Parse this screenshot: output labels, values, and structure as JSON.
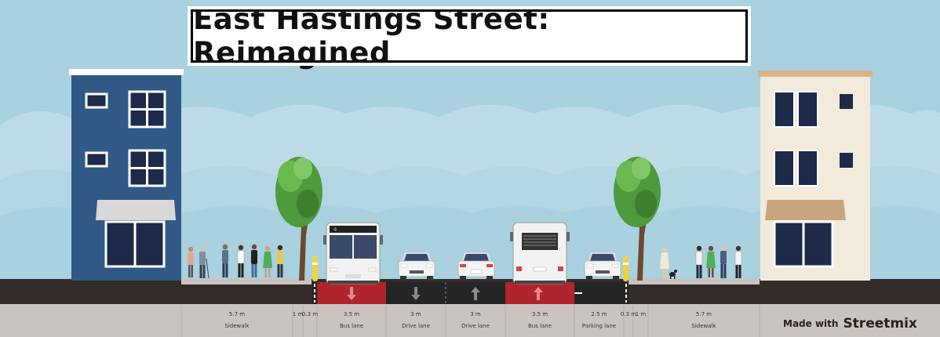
{
  "title": "East Hastings Street: Reimagined",
  "credit": {
    "prefix": "Made with",
    "brand": "Streetmix"
  },
  "colors": {
    "sky": "#a9d1e0",
    "bus_lane": "#b0242b",
    "drive_lane": "#252525",
    "sidewalk": "#c7c2bd",
    "left_building": "#305a85",
    "right_building": "#f2eadb",
    "tree": "#4e9a3c"
  },
  "segments": [
    {
      "width": "5.7 m",
      "name": "Sidewalk"
    },
    {
      "width": "1 m",
      "name": ""
    },
    {
      "width": "0.3 m",
      "name": ""
    },
    {
      "width": "3.5 m",
      "name": "Bus lane"
    },
    {
      "width": "3 m",
      "name": "Drive lane"
    },
    {
      "width": "3 m",
      "name": "Drive lane"
    },
    {
      "width": "3.5 m",
      "name": "Bus lane"
    },
    {
      "width": "2.5 m",
      "name": "Parking lane"
    },
    {
      "width": "0.3 m",
      "name": ""
    },
    {
      "width": "1 m",
      "name": ""
    },
    {
      "width": "5.7 m",
      "name": "Sidewalk"
    }
  ],
  "bus_route_number": "4"
}
